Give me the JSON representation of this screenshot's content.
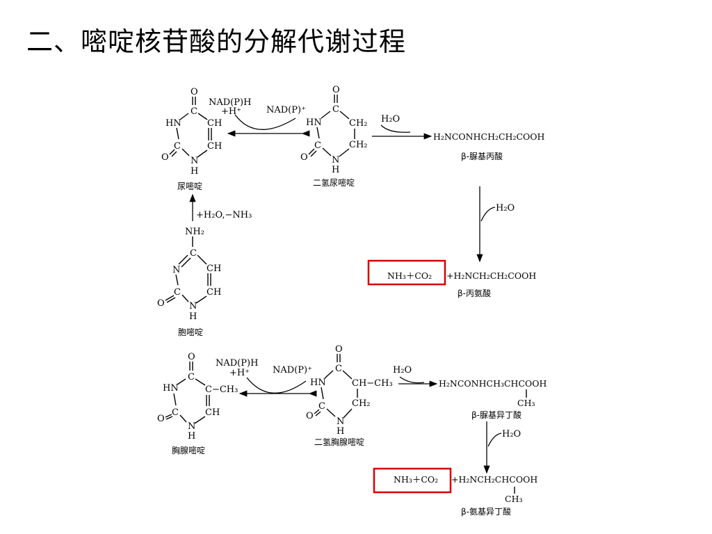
{
  "title": "二、嘧啶核苷酸的分解代谢过程",
  "atoms": {
    "O": "O",
    "C": "C",
    "HN": "HN",
    "N": "N",
    "H": "H",
    "CH": "CH",
    "CH2": "CH₂",
    "CH3": "CH₃",
    "NH2": "NH₂",
    "CH_CH3": "CH−CH₃",
    "C_CH3": "C−CH₃"
  },
  "reagents": {
    "nadph": "NAD(P)H",
    "h_plus": "+H⁺",
    "nadp": "NAD(P)⁺",
    "h2o": "H₂O",
    "deamination": "+H₂O,−NH₃"
  },
  "formulas": {
    "ureidopropionic": "H₂NCONHCH₂CH₂COOH",
    "beta_alanine": "+H₂NCH₂CH₂COOH",
    "ureidoisobutyric": "H₂NCONHCH₃CHCOOH",
    "aminoisobutyric": "+H₂NCH₂CHCOOH",
    "methyl": "CH₃",
    "nh3_co2": "NH₃＋CO₂"
  },
  "names": {
    "uracil": "尿嘧啶",
    "dihydrouracil": "二氢尿嘧啶",
    "ureidopropionic": "β-脲基丙酸",
    "beta_alanine": "β-丙氨酸",
    "cytosine": "胞嘧啶",
    "thymine": "胸腺嘧啶",
    "dihydrothymine": "二氢胸腺嘧啶",
    "ureidoisobutyric": "β-脲基异丁酸",
    "aminoisobutyric": "β-氨基异丁酸"
  }
}
